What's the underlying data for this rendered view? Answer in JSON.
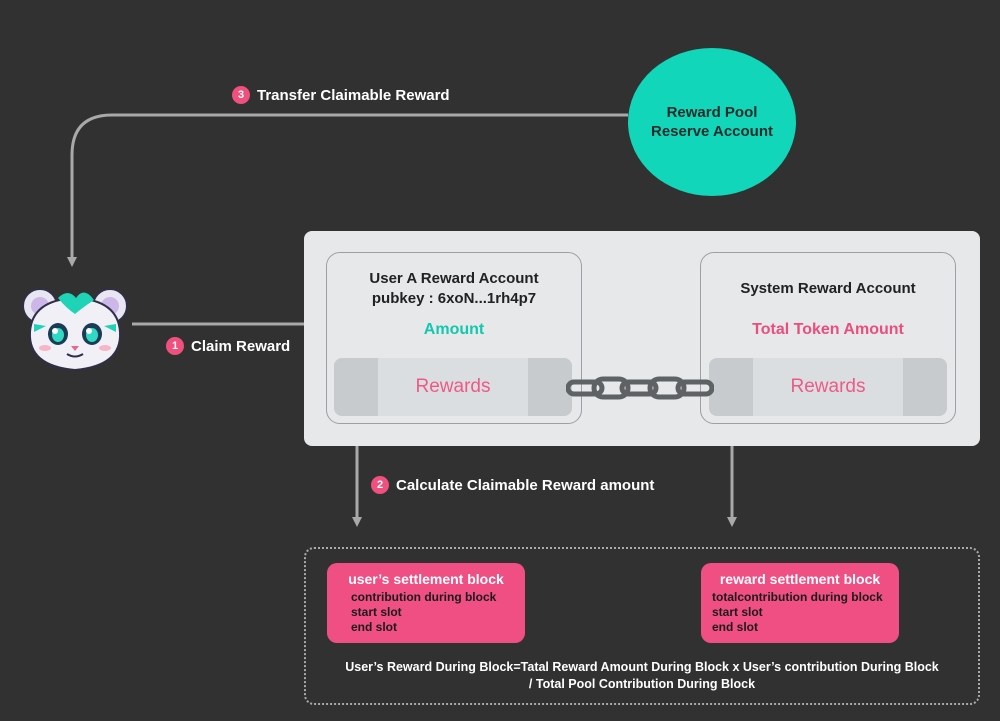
{
  "reward_pool": {
    "line1": "Reward Pool",
    "line2": "Reserve Account"
  },
  "steps": {
    "transfer": {
      "number": "3",
      "label": "Transfer Claimable Reward"
    },
    "claim": {
      "number": "1",
      "label": "Claim Reward"
    },
    "calculate": {
      "number": "2",
      "label": "Calculate Claimable Reward amount"
    }
  },
  "user_account": {
    "title": "User A Reward Account",
    "pubkey": "pubkey : 6xoN...1rh4p7",
    "amount_label": "Amount",
    "rewards_label": "Rewards"
  },
  "system_account": {
    "title": "System Reward Account",
    "amount_label": "Total Token Amount",
    "rewards_label": "Rewards"
  },
  "user_settlement": {
    "title": "user’s settlement block",
    "lines": [
      "contribution during block",
      "start slot",
      "end slot"
    ]
  },
  "reward_settlement": {
    "title": "reward settlement block",
    "lines": [
      "totalcontribution during block",
      "start slot",
      "end slot"
    ]
  },
  "formula": {
    "line1": "User’s Reward During Block=Tatal Reward Amount During Block x User’s contribution During Block",
    "line2": "/ Total Pool Contribution During Block"
  },
  "colors": {
    "background": "#313131",
    "teal": "#12d6b9",
    "pink": "#ef4f83",
    "panel": "#e6e8ea"
  },
  "icons": {
    "avatar": "tiger-cub-avatar-icon",
    "chain": "chain-link-icon"
  }
}
